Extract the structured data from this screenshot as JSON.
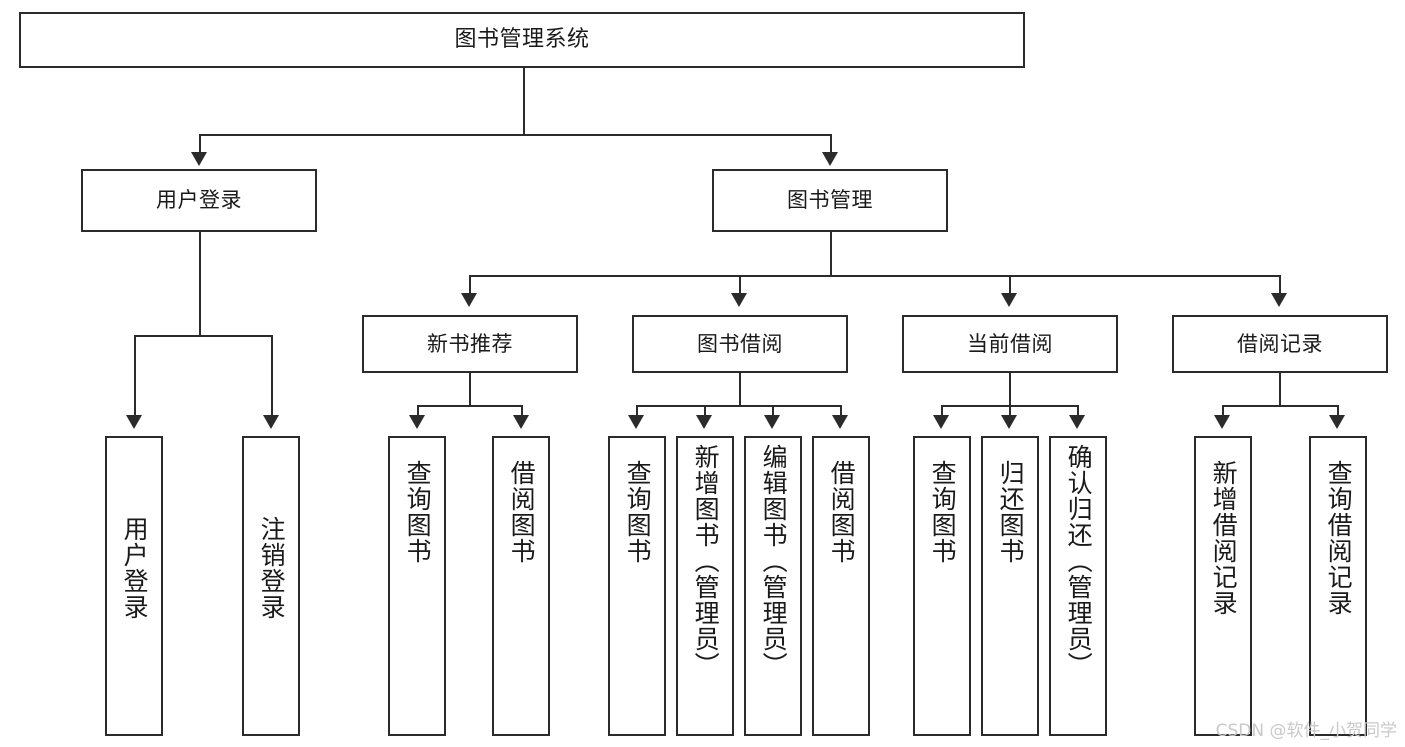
{
  "diagram": {
    "title": "图书管理系统",
    "type": "tree",
    "orientation": "top-down",
    "colors": {
      "box_border": "#2b2b2b",
      "box_fill": "#ffffff",
      "connector": "#2b2b2b",
      "text": "#1a1a1a",
      "watermark": "#c9c9c9",
      "background": "#ffffff"
    },
    "root": {
      "label": "图书管理系统"
    },
    "level2": [
      {
        "label": "用户登录"
      },
      {
        "label": "图书管理"
      }
    ],
    "level3": [
      {
        "label": "新书推荐"
      },
      {
        "label": "图书借阅"
      },
      {
        "label": "当前借阅"
      },
      {
        "label": "借阅记录"
      }
    ],
    "leaves": {
      "user_login": [
        {
          "label": "用户登录"
        },
        {
          "label": "注销登录"
        }
      ],
      "new_book_recommend": [
        {
          "label": "查询图书"
        },
        {
          "label": "借阅图书"
        }
      ],
      "book_borrow": [
        {
          "label": "查询图书"
        },
        {
          "label": "新增图书（管理员）"
        },
        {
          "label": "编辑图书（管理员）"
        },
        {
          "label": "借阅图书"
        }
      ],
      "current_borrow": [
        {
          "label": "查询图书"
        },
        {
          "label": "归还图书"
        },
        {
          "label": "确认归还（管理员）"
        }
      ],
      "borrow_record": [
        {
          "label": "新增借阅记录"
        },
        {
          "label": "查询借阅记录"
        }
      ]
    }
  },
  "watermark": {
    "text": "CSDN @软件_小贺同学"
  }
}
